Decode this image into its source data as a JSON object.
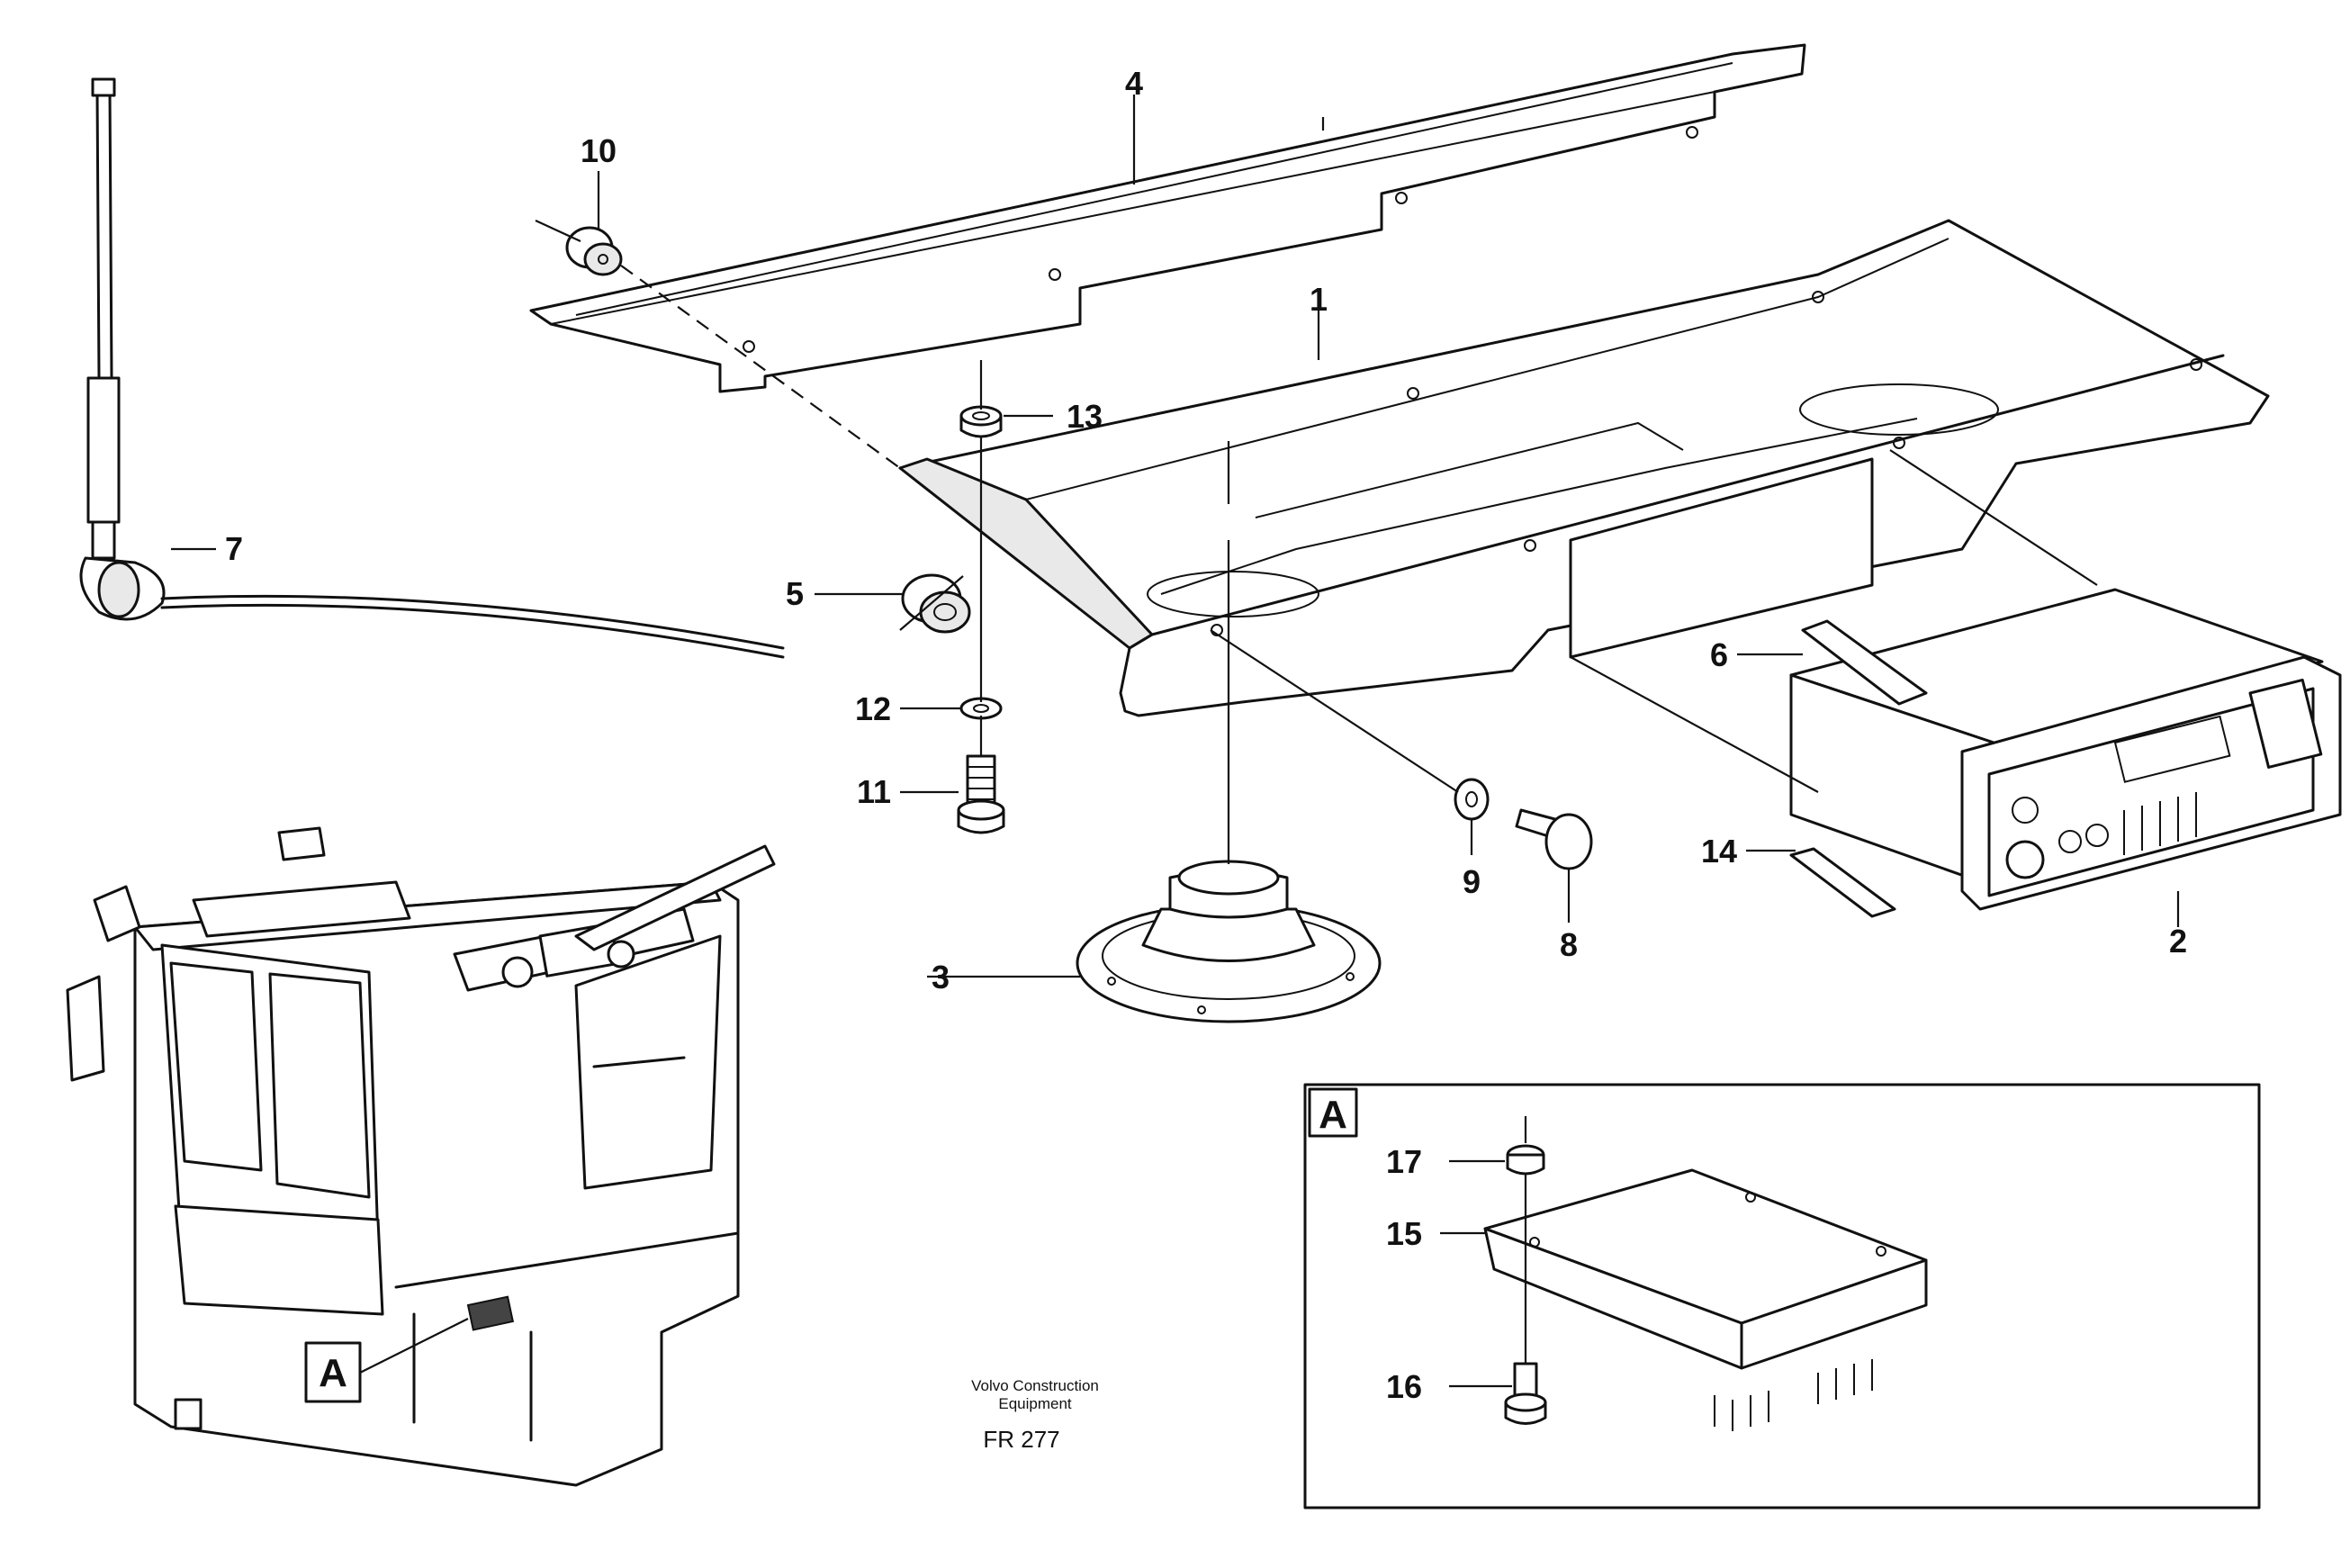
{
  "callouts": {
    "c1": "1",
    "c2": "2",
    "c3": "3",
    "c4": "4",
    "c5": "5",
    "c6": "6",
    "c7": "7",
    "c8": "8",
    "c9": "9",
    "c10": "10",
    "c11": "11",
    "c12": "12",
    "c13": "13",
    "c14": "14",
    "c15": "15",
    "c16": "16",
    "c17": "17"
  },
  "detail_letter": "A",
  "detail_ref_letter": "A",
  "credit_line1": "Volvo Construction",
  "credit_line2": "Equipment",
  "drawing_code": "FR 277"
}
